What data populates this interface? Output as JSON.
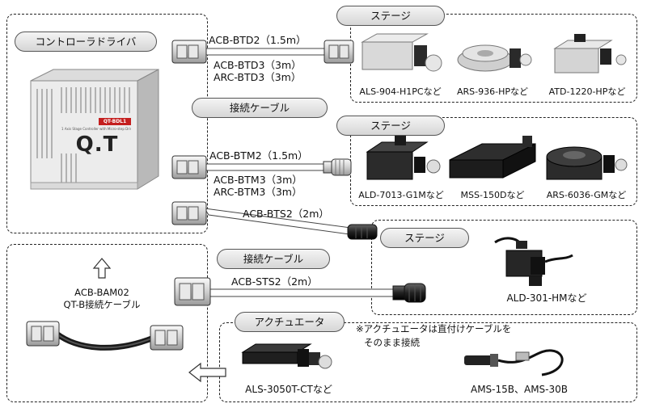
{
  "controller": {
    "pill": "コントローラドライバ",
    "badge": "QT-BDL1",
    "logo": "Q.T",
    "front_small_text": "1 Axis Stage Controller with Micro-step Driver"
  },
  "cables_top": {
    "btd2": "ACB-BTD2（1.5m）",
    "btd3": "ACB-BTD3（3m）",
    "arc_btd3": "ARC-BTD3（3m）"
  },
  "cable_pill_1": "接続ケーブル",
  "cables_mid": {
    "btm2": "ACB-BTM2（1.5m）",
    "btm3": "ACB-BTM3（3m）",
    "arc_btm3": "ARC-BTM3（3m）",
    "bts2": "ACB-BTS2（2m）"
  },
  "stage_group_1": {
    "pill": "ステージ",
    "items": [
      "ALS-904-H1PCなど",
      "ARS-936-HPなど",
      "ATD-1220-HPなど"
    ]
  },
  "stage_group_2": {
    "pill": "ステージ",
    "items": [
      "ALD-7013-G1Mなど",
      "MSS-150Dなど",
      "ARS-6036-GMなど"
    ]
  },
  "stage_group_3": {
    "pill": "ステージ",
    "item": "ALD-301-HMなど"
  },
  "cable_pill_2": "接続ケーブル",
  "sts2": "ACB-STS2（2m）",
  "bam": {
    "line1": "ACB-BAM02",
    "line2": "QT-B接続ケーブル"
  },
  "actuator": {
    "pill": "アクチュエータ",
    "note_line1": "※アクチュエータは直付けケーブルを",
    "note_line2": "そのまま接続",
    "items": [
      "ALS-3050T-CTなど",
      "AMS-15B、AMS-30B"
    ]
  },
  "icons": [
    "up-arrow-icon",
    "left-arrow-icon",
    "dsub-connector-icon",
    "circular-connector-icon"
  ]
}
